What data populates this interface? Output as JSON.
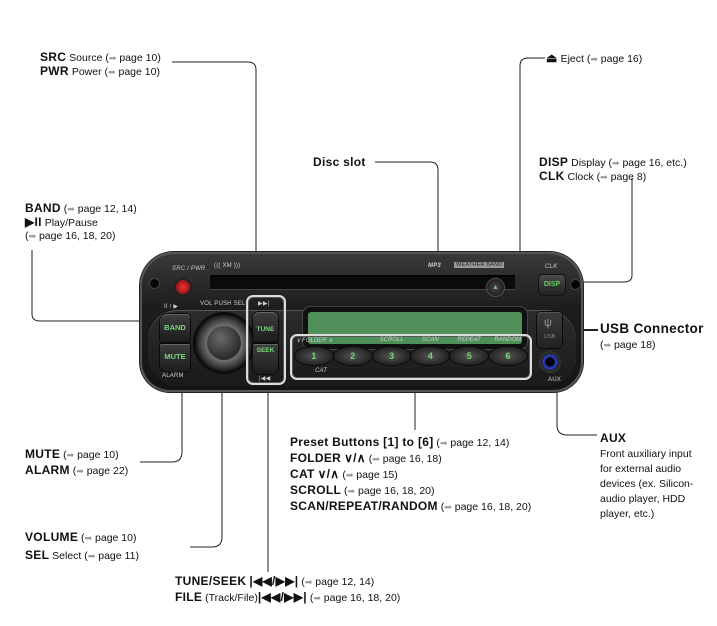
{
  "labels": {
    "src": {
      "key": "SRC",
      "desc": "Source",
      "page": "page 10"
    },
    "pwr": {
      "key": "PWR",
      "desc": "Power",
      "page": "page 10"
    },
    "band": {
      "key": "BAND",
      "page": "page 12, 14"
    },
    "playpause": {
      "icon": "▶II",
      "desc": "Play/Pause",
      "page": "page 16, 18, 20"
    },
    "disc_slot": {
      "key": "Disc slot"
    },
    "eject": {
      "icon": "⏏",
      "desc": "Eject",
      "page": "page 16"
    },
    "disp": {
      "key": "DISP",
      "desc": "Display",
      "page": "page 16, etc."
    },
    "clk": {
      "key": "CLK",
      "desc": "Clock",
      "page": "page 8"
    },
    "usb": {
      "key": "USB Connector",
      "page": "page 18"
    },
    "mute": {
      "key": "MUTE",
      "page": "page 10"
    },
    "alarm": {
      "key": "ALARM",
      "page": "page 22"
    },
    "volume": {
      "key": "VOLUME",
      "page": "page 10"
    },
    "sel": {
      "key": "SEL",
      "desc": "Select",
      "page": "page 11"
    },
    "preset": {
      "key": "Preset Buttons [1] to [6]",
      "page": "page 12, 14"
    },
    "folder": {
      "key": "FOLDER",
      "symbols": "∨/∧",
      "page": "page 16, 18"
    },
    "cat": {
      "key": "CAT",
      "symbols": "∨/∧",
      "page": "page 15"
    },
    "scroll": {
      "key": "SCROLL",
      "page": "page 16, 18, 20"
    },
    "scan": {
      "key": "SCAN/REPEAT/RANDOM",
      "page": "page 16, 18, 20"
    },
    "aux": {
      "key": "AUX",
      "desc_lines": [
        "Front auxiliary input",
        "for external audio",
        "devices (ex. Silicon-",
        "audio player, HDD",
        "player, etc.)"
      ]
    },
    "tuneseek": {
      "key": "TUNE/SEEK",
      "symbols": "|◀◀/▶▶|",
      "page": "page 12, 14"
    },
    "file": {
      "key": "FILE",
      "desc": "(Track/File)",
      "symbols": "|◀◀/▶▶|",
      "page": "page 16, 18, 20"
    }
  },
  "page_arrow": "➡",
  "device": {
    "src_pwr": "SRC / PWR",
    "xm": "((( XM )))",
    "mp3": "MP3",
    "weather_band": "WEATHER BAND",
    "clk": "CLK",
    "disp": "DISP",
    "play_pause": "II / ▶",
    "band": "BAND",
    "mute": "MUTE",
    "alarm": "ALARM",
    "vol": "VOL PUSH SEL",
    "next": "▶▶|",
    "prev": "|◀◀",
    "tune": "TUNE",
    "seek": "SEEK",
    "preset_labels": [
      "∨  FOLDER  ∧",
      "",
      "SCROLL",
      "SCAN",
      "REPEAT",
      "RANDOM"
    ],
    "presets": [
      "1",
      "2",
      "3",
      "4",
      "5",
      "6"
    ],
    "cat": "CAT",
    "usb": "USB",
    "aux": "AUX",
    "eject": "▲"
  }
}
